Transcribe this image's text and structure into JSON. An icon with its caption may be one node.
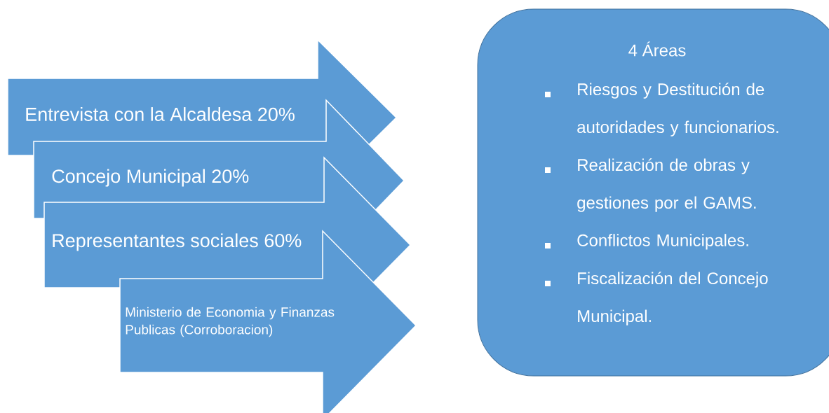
{
  "diagram": {
    "nodes": [
      {
        "text": [
          "Entrevista con la Alcaldesa 20%"
        ]
      },
      {
        "text": [
          "Concejo Municipal 20%"
        ]
      },
      {
        "text": [
          "Representantes sociales 60%"
        ]
      },
      {
        "text": [
          "Ministerio de Economia y Finanzas Publicas (Corroboracion)"
        ]
      },
      {
        "text": [
          "4 Áreas",
          "Riesgos y Destitución de autoridades y funcionarios.",
          "Realización de obras y gestiones por el GAMS.",
          "Conflictos Municipales.",
          "Fiscalización del Concejo Municipal."
        ]
      }
    ]
  }
}
